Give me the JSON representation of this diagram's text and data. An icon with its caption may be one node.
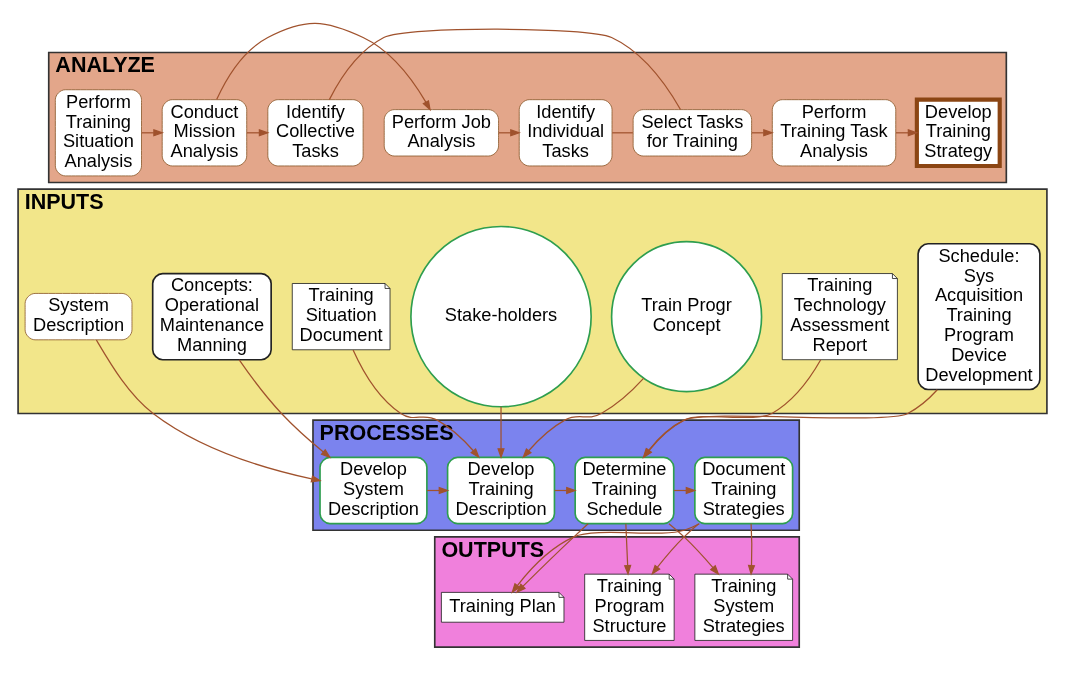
{
  "diagram": {
    "nodes": [
      {
        "text": [
          "ANALYZE"
        ]
      },
      {
        "text": [
          "Perform Training Situation Analysis"
        ],
        "in": 0
      },
      {
        "text": [
          "Conduct Mission Analysis"
        ],
        "in": 0
      },
      {
        "text": [
          "Identify Collective Tasks"
        ],
        "in": 0
      },
      {
        "text": [
          "Perform Job Analysis"
        ],
        "in": 0
      },
      {
        "text": [
          "Identify Individual Tasks"
        ],
        "in": 0
      },
      {
        "text": [
          "Select Tasks for Training"
        ],
        "in": 0
      },
      {
        "text": [
          "Perform Training Task Analysis"
        ],
        "in": 0
      },
      {
        "text": [
          "Develop Training Strategy"
        ],
        "in": 0
      },
      {
        "text": [
          "INPUTS"
        ]
      },
      {
        "text": [
          "System Description"
        ],
        "in": 9
      },
      {
        "text": [
          "Concepts:",
          "Operational",
          "Maintenance",
          "Manning"
        ],
        "in": 9
      },
      {
        "text": [
          "Training Situation Document"
        ],
        "in": 9
      },
      {
        "text": [
          "Train Progr Concept"
        ],
        "in": 9
      },
      {
        "text": [
          "Stake-holders"
        ],
        "in": 9
      },
      {
        "text": [
          "Training Technology Assessment Report"
        ],
        "in": 9
      },
      {
        "text": [
          "Schedule:",
          "Sys Acquisition",
          "Training Program",
          "Device Development"
        ],
        "in": 9
      },
      {
        "text": [
          "PROCESSES"
        ]
      },
      {
        "text": [
          "Develop System Description"
        ],
        "in": 17
      },
      {
        "text": [
          "Develop Training Description"
        ],
        "in": 17
      },
      {
        "text": [
          "Determine Training Schedule"
        ],
        "in": 17
      },
      {
        "text": [
          "Document Training Strategies"
        ],
        "in": 17
      },
      {
        "text": [
          "OUTPUTS"
        ]
      },
      {
        "text": [
          "Training Plan"
        ],
        "in": 22
      },
      {
        "text": [
          "Training Program Structure"
        ],
        "in": 22
      },
      {
        "text": [
          "Training System Strategies"
        ],
        "in": 22
      }
    ],
    "edges": [
      {
        "from": 1,
        "to": 2,
        "arrow": "to"
      },
      {
        "from": 2,
        "to": 3,
        "arrow": "to"
      },
      {
        "from": 2,
        "to": 4,
        "arrow": "to"
      },
      {
        "from": 4,
        "to": 5,
        "arrow": "to"
      },
      {
        "from": 3,
        "to": 6,
        "arrow": "none"
      },
      {
        "from": 5,
        "to": 6,
        "arrow": "none"
      },
      {
        "from": 6,
        "to": 7,
        "arrow": "to"
      },
      {
        "from": 7,
        "to": 8,
        "arrow": "to"
      },
      {
        "from": 10,
        "to": 18,
        "arrow": "to"
      },
      {
        "from": 11,
        "to": 18,
        "arrow": "to"
      },
      {
        "from": 12,
        "to": 19,
        "arrow": "to"
      },
      {
        "from": 13,
        "to": 19,
        "arrow": "to"
      },
      {
        "from": 14,
        "to": 19,
        "arrow": "to"
      },
      {
        "from": 15,
        "to": 20,
        "arrow": "to"
      },
      {
        "from": 16,
        "to": 20,
        "arrow": "to"
      },
      {
        "from": 18,
        "to": 19,
        "arrow": "to"
      },
      {
        "from": 19,
        "to": 20,
        "arrow": "to"
      },
      {
        "from": 20,
        "to": 21,
        "arrow": "to"
      },
      {
        "from": 20,
        "to": 23,
        "arrow": "to"
      },
      {
        "from": 20,
        "to": 24,
        "arrow": "to"
      },
      {
        "from": 20,
        "to": 25,
        "arrow": "to"
      },
      {
        "from": 21,
        "to": 23,
        "arrow": "to"
      },
      {
        "from": 21,
        "to": 24,
        "arrow": "to"
      },
      {
        "from": 21,
        "to": 25,
        "arrow": "to"
      }
    ]
  }
}
